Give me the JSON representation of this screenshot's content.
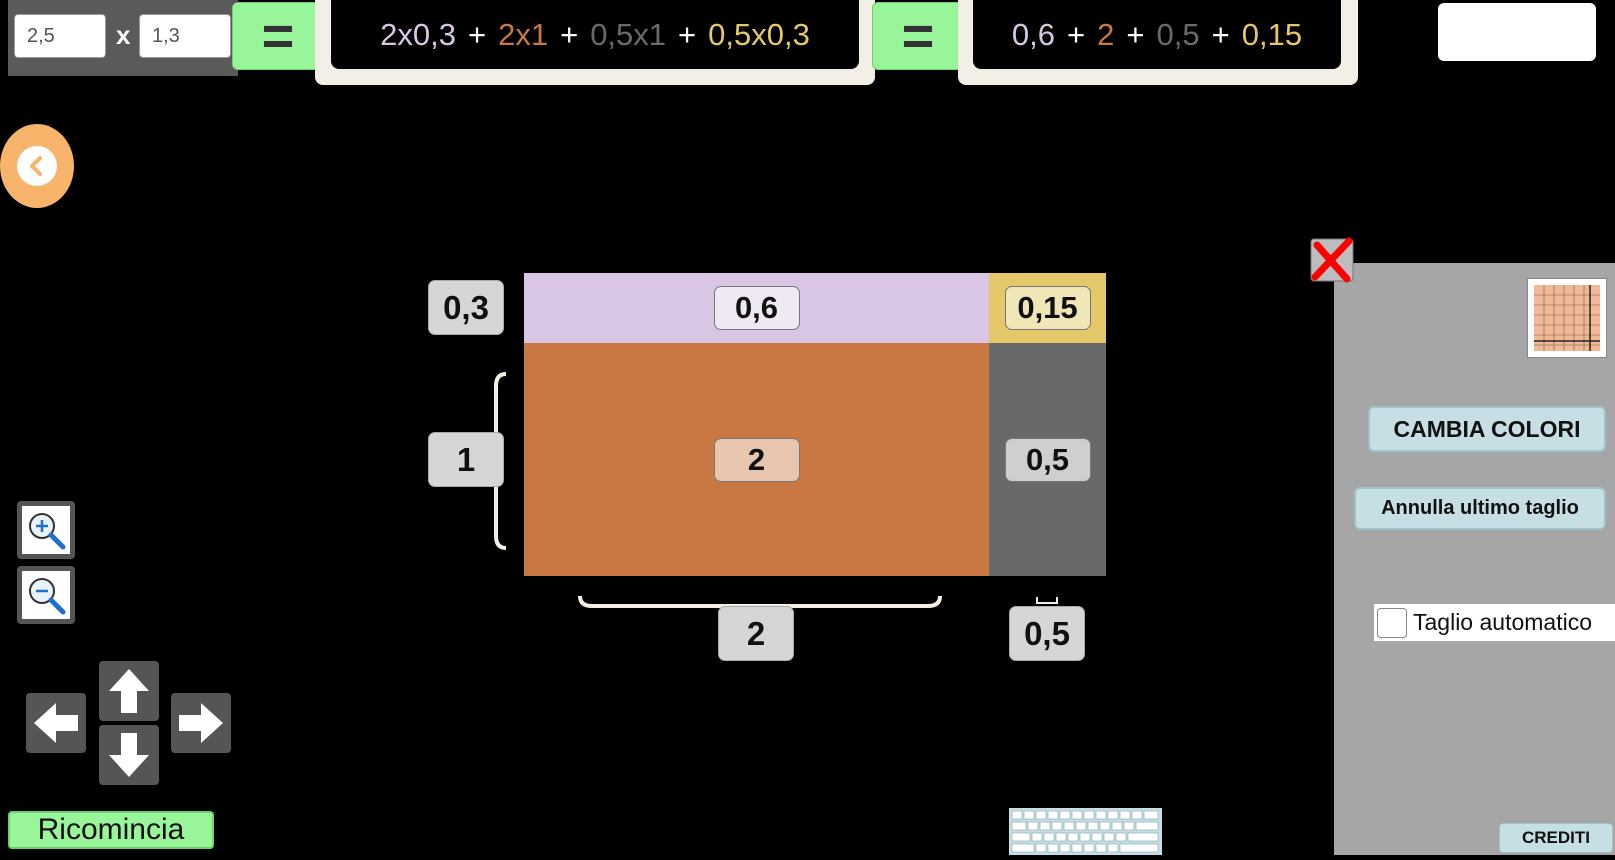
{
  "factors": {
    "a": "2,5",
    "times": "x",
    "b": "1,3"
  },
  "equals_button": {
    "label": "="
  },
  "expression_products": [
    {
      "text": "2x0,3",
      "color": "#d9c6e5"
    },
    {
      "text": "2x1",
      "color": "#c97843"
    },
    {
      "text": "0,5x1",
      "color": "#6a6a6a"
    },
    {
      "text": "0,5x0,3",
      "color": "#e4c86a"
    }
  ],
  "expression_results": [
    {
      "text": "0,6",
      "color": "#d9c6e5"
    },
    {
      "text": "2",
      "color": "#c97843"
    },
    {
      "text": "0,5",
      "color": "#6a6a6a"
    },
    {
      "text": "0,15",
      "color": "#e4c86a"
    }
  ],
  "plus_sign": "+",
  "area_model": {
    "side_labels": {
      "top_height": "0,3",
      "bottom_height": "1",
      "left_width": "2",
      "right_width": "0,5"
    },
    "cells": {
      "top_left": {
        "label": "0,6",
        "color": "#d9c6e5"
      },
      "top_right": {
        "label": "0,15",
        "color": "#e4c86a"
      },
      "bottom_left": {
        "label": "2",
        "color": "#c97843"
      },
      "bottom_right": {
        "label": "0,5",
        "color": "#696969"
      }
    }
  },
  "controls": {
    "restart_label": "Ricomincia",
    "zoom_in_icon": "zoom-in-icon",
    "zoom_out_icon": "zoom-out-icon",
    "back_icon": "chevron-left-icon"
  },
  "right_panel": {
    "change_colors_label": "CAMBIA COLORI",
    "undo_cut_label": "Annulla ultimo taglio",
    "auto_cut_label": "Taglio automatico",
    "auto_cut_checked": false,
    "credits_label": "CREDITI"
  },
  "colors": {
    "accent_green": "#99f59a",
    "panel_blue": "#c6dfe4",
    "close_red": "#ff0000"
  }
}
